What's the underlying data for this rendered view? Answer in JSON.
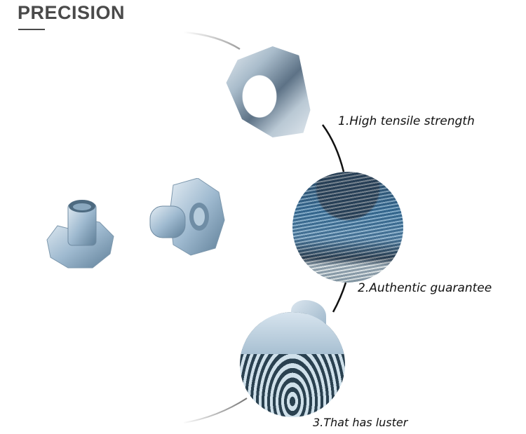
{
  "header": {
    "title": "PRECISION"
  },
  "features": [
    {
      "label": "1.High tensile strength",
      "image": "prong-detail"
    },
    {
      "label": "2.Authentic guarantee",
      "image": "thread-surface-detail"
    },
    {
      "label": "3.That has luster",
      "image": "threaded-bore-detail"
    }
  ],
  "product": {
    "name": "four-prong tee nut",
    "finish_color": "#a9c3d6"
  },
  "colors": {
    "title": "#4a4a4a",
    "arc": "#111111",
    "text": "#111111"
  }
}
